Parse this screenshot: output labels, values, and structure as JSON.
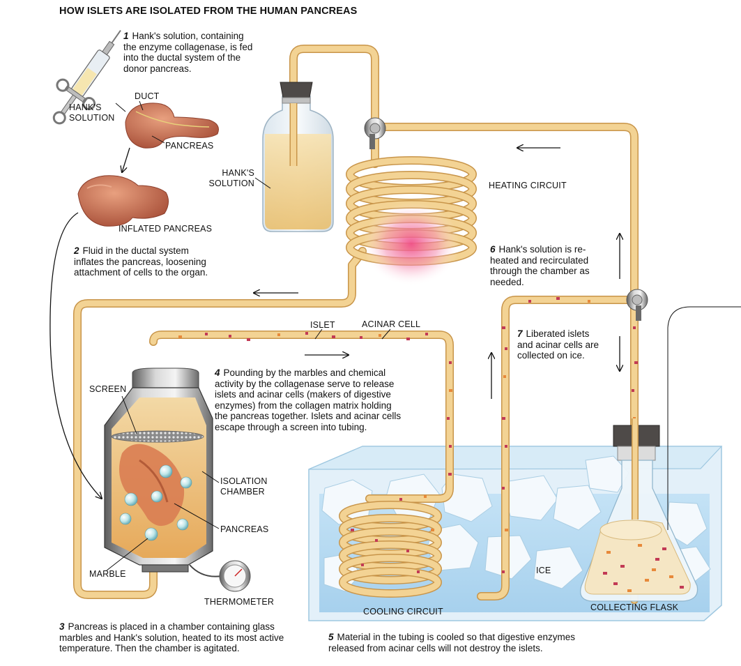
{
  "title": "HOW ISLETS ARE ISOLATED FROM THE HUMAN PANCREAS",
  "labels": {
    "duct": "DUCT",
    "hanks_solution_1": "HANK'S SOLUTION",
    "pancreas_top": "PANCREAS",
    "inflated_pancreas": "INFLATED PANCREAS",
    "hanks_solution_2": "HANK'S SOLUTION",
    "heating_circuit": "HEATING CIRCUIT",
    "islet": "ISLET",
    "acinar_cell": "ACINAR CELL",
    "screen": "SCREEN",
    "isolation_chamber": "ISOLATION CHAMBER",
    "pancreas_chamber": "PANCREAS",
    "marble": "MARBLE",
    "thermometer": "THERMOMETER",
    "ice": "ICE",
    "cooling_circuit": "COOLING CIRCUIT",
    "collecting_flask": "COLLECTING FLASK"
  },
  "steps": [
    {
      "num": "1",
      "lines": [
        "Hank's solution, containing",
        "the enzyme collagenase, is fed",
        "into the ductal system of the",
        "donor pancreas."
      ]
    },
    {
      "num": "2",
      "lines": [
        "Fluid in the ductal system",
        "inflates the pancreas, loosening",
        "attachment of cells to the organ."
      ]
    },
    {
      "num": "3",
      "lines": [
        "Pancreas is placed in a chamber containing glass",
        "marbles and Hank's solution, heated to its most active",
        "temperature. Then the chamber is agitated."
      ]
    },
    {
      "num": "4",
      "lines": [
        "Pounding by the marbles and chemical",
        "activity by the collagenase serve to release",
        "islets and acinar cells (makers of digestive",
        "enzymes) from the collagen matrix holding",
        "the pancreas together. Islets and acinar cells",
        "escape through a screen into tubing."
      ]
    },
    {
      "num": "5",
      "lines": [
        "Material in the tubing is cooled so that digestive enzymes",
        "released from acinar cells will not destroy the islets."
      ]
    },
    {
      "num": "6",
      "lines": [
        "Hank's solution is re-",
        "heated and recirculated",
        "through the chamber as",
        "needed."
      ]
    },
    {
      "num": "7",
      "lines": [
        "Liberated islets",
        "and acinar cells are",
        "collected on ice."
      ]
    }
  ],
  "colors": {
    "tube": "#f0cc8c",
    "tube_edge": "#c8954a",
    "solution": "#f3d79a",
    "pancreas": "#c96a4e",
    "water": "#cfe6f5",
    "ice": "#eef6fc",
    "heat_glow": "#f0508a",
    "cell": "#c23a55"
  }
}
